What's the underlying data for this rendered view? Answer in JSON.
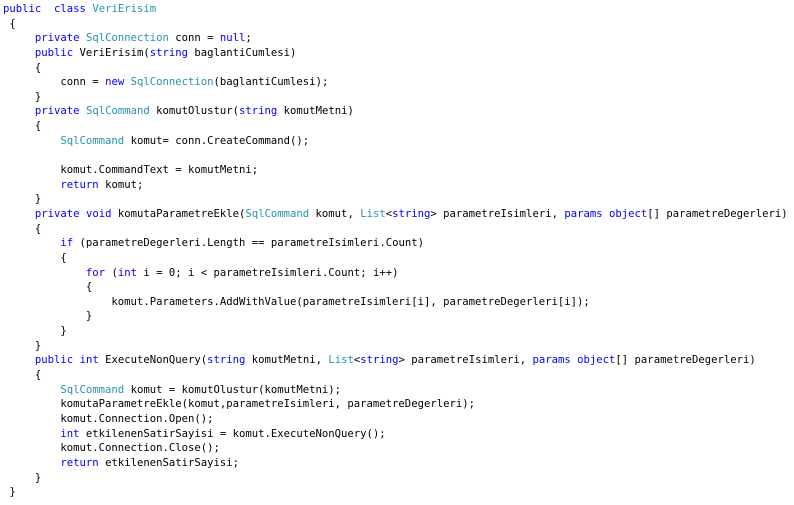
{
  "editor": {
    "colors": {
      "keyword": "#0000ff",
      "type": "#2b91af",
      "text": "#000000",
      "background": "#ffffff"
    },
    "lines": [
      [
        {
          "t": "kw",
          "v": "public"
        },
        {
          "t": "tx",
          "v": "  "
        },
        {
          "t": "kw",
          "v": "class"
        },
        {
          "t": "tx",
          "v": " "
        },
        {
          "t": "ty",
          "v": "VeriErisim"
        }
      ],
      [
        {
          "t": "tx",
          "v": " {"
        }
      ],
      [
        {
          "t": "tx",
          "v": "     "
        },
        {
          "t": "kw",
          "v": "private"
        },
        {
          "t": "tx",
          "v": " "
        },
        {
          "t": "ty",
          "v": "SqlConnection"
        },
        {
          "t": "tx",
          "v": " conn = "
        },
        {
          "t": "kw",
          "v": "null"
        },
        {
          "t": "tx",
          "v": ";"
        }
      ],
      [
        {
          "t": "tx",
          "v": "     "
        },
        {
          "t": "kw",
          "v": "public"
        },
        {
          "t": "tx",
          "v": " VeriErisim("
        },
        {
          "t": "kw",
          "v": "string"
        },
        {
          "t": "tx",
          "v": " baglantiCumlesi)"
        }
      ],
      [
        {
          "t": "tx",
          "v": "     {"
        }
      ],
      [
        {
          "t": "tx",
          "v": "         conn = "
        },
        {
          "t": "kw",
          "v": "new"
        },
        {
          "t": "tx",
          "v": " "
        },
        {
          "t": "ty",
          "v": "SqlConnection"
        },
        {
          "t": "tx",
          "v": "(baglantiCumlesi);"
        }
      ],
      [
        {
          "t": "tx",
          "v": "     }"
        }
      ],
      [
        {
          "t": "tx",
          "v": "     "
        },
        {
          "t": "kw",
          "v": "private"
        },
        {
          "t": "tx",
          "v": " "
        },
        {
          "t": "ty",
          "v": "SqlCommand"
        },
        {
          "t": "tx",
          "v": " komutOlustur("
        },
        {
          "t": "kw",
          "v": "string"
        },
        {
          "t": "tx",
          "v": " komutMetni)"
        }
      ],
      [
        {
          "t": "tx",
          "v": "     {"
        }
      ],
      [
        {
          "t": "tx",
          "v": "         "
        },
        {
          "t": "ty",
          "v": "SqlCommand"
        },
        {
          "t": "tx",
          "v": " komut= conn.CreateCommand();"
        }
      ],
      [
        {
          "t": "tx",
          "v": ""
        }
      ],
      [
        {
          "t": "tx",
          "v": "         komut.CommandText = komutMetni;"
        }
      ],
      [
        {
          "t": "tx",
          "v": "         "
        },
        {
          "t": "kw",
          "v": "return"
        },
        {
          "t": "tx",
          "v": " komut;"
        }
      ],
      [
        {
          "t": "tx",
          "v": "     }"
        }
      ],
      [
        {
          "t": "tx",
          "v": "     "
        },
        {
          "t": "kw",
          "v": "private"
        },
        {
          "t": "tx",
          "v": " "
        },
        {
          "t": "kw",
          "v": "void"
        },
        {
          "t": "tx",
          "v": " komutaParametreEkle("
        },
        {
          "t": "ty",
          "v": "SqlCommand"
        },
        {
          "t": "tx",
          "v": " komut, "
        },
        {
          "t": "ty",
          "v": "List"
        },
        {
          "t": "tx",
          "v": "<"
        },
        {
          "t": "kw",
          "v": "string"
        },
        {
          "t": "tx",
          "v": "> parametreIsimleri, "
        },
        {
          "t": "kw",
          "v": "params"
        },
        {
          "t": "tx",
          "v": " "
        },
        {
          "t": "kw",
          "v": "object"
        },
        {
          "t": "tx",
          "v": "[] parametreDegerleri)"
        }
      ],
      [
        {
          "t": "tx",
          "v": "     {"
        }
      ],
      [
        {
          "t": "tx",
          "v": "         "
        },
        {
          "t": "kw",
          "v": "if"
        },
        {
          "t": "tx",
          "v": " (parametreDegerleri.Length == parametreIsimleri.Count)"
        }
      ],
      [
        {
          "t": "tx",
          "v": "         {"
        }
      ],
      [
        {
          "t": "tx",
          "v": "             "
        },
        {
          "t": "kw",
          "v": "for"
        },
        {
          "t": "tx",
          "v": " ("
        },
        {
          "t": "kw",
          "v": "int"
        },
        {
          "t": "tx",
          "v": " i = 0; i < parametreIsimleri.Count; i++)"
        }
      ],
      [
        {
          "t": "tx",
          "v": "             {"
        }
      ],
      [
        {
          "t": "tx",
          "v": "                 komut.Parameters.AddWithValue(parametreIsimleri[i], parametreDegerleri[i]);"
        }
      ],
      [
        {
          "t": "tx",
          "v": "             }"
        }
      ],
      [
        {
          "t": "tx",
          "v": "         }"
        }
      ],
      [
        {
          "t": "tx",
          "v": "     }"
        }
      ],
      [
        {
          "t": "tx",
          "v": "     "
        },
        {
          "t": "kw",
          "v": "public"
        },
        {
          "t": "tx",
          "v": " "
        },
        {
          "t": "kw",
          "v": "int"
        },
        {
          "t": "tx",
          "v": " ExecuteNonQuery("
        },
        {
          "t": "kw",
          "v": "string"
        },
        {
          "t": "tx",
          "v": " komutMetni, "
        },
        {
          "t": "ty",
          "v": "List"
        },
        {
          "t": "tx",
          "v": "<"
        },
        {
          "t": "kw",
          "v": "string"
        },
        {
          "t": "tx",
          "v": "> parametreIsimleri, "
        },
        {
          "t": "kw",
          "v": "params"
        },
        {
          "t": "tx",
          "v": " "
        },
        {
          "t": "kw",
          "v": "object"
        },
        {
          "t": "tx",
          "v": "[] parametreDegerleri)"
        }
      ],
      [
        {
          "t": "tx",
          "v": "     {"
        }
      ],
      [
        {
          "t": "tx",
          "v": "         "
        },
        {
          "t": "ty",
          "v": "SqlCommand"
        },
        {
          "t": "tx",
          "v": " komut = komutOlustur(komutMetni);"
        }
      ],
      [
        {
          "t": "tx",
          "v": "         komutaParametreEkle(komut,parametreIsimleri, parametreDegerleri);"
        }
      ],
      [
        {
          "t": "tx",
          "v": "         komut.Connection.Open();"
        }
      ],
      [
        {
          "t": "tx",
          "v": "         "
        },
        {
          "t": "kw",
          "v": "int"
        },
        {
          "t": "tx",
          "v": " etkilenenSatirSayisi = komut.ExecuteNonQuery();"
        }
      ],
      [
        {
          "t": "tx",
          "v": "         komut.Connection.Close();"
        }
      ],
      [
        {
          "t": "tx",
          "v": "         "
        },
        {
          "t": "kw",
          "v": "return"
        },
        {
          "t": "tx",
          "v": " etkilenenSatirSayisi;"
        }
      ],
      [
        {
          "t": "tx",
          "v": "     }"
        }
      ],
      [
        {
          "t": "tx",
          "v": " }"
        }
      ]
    ]
  }
}
